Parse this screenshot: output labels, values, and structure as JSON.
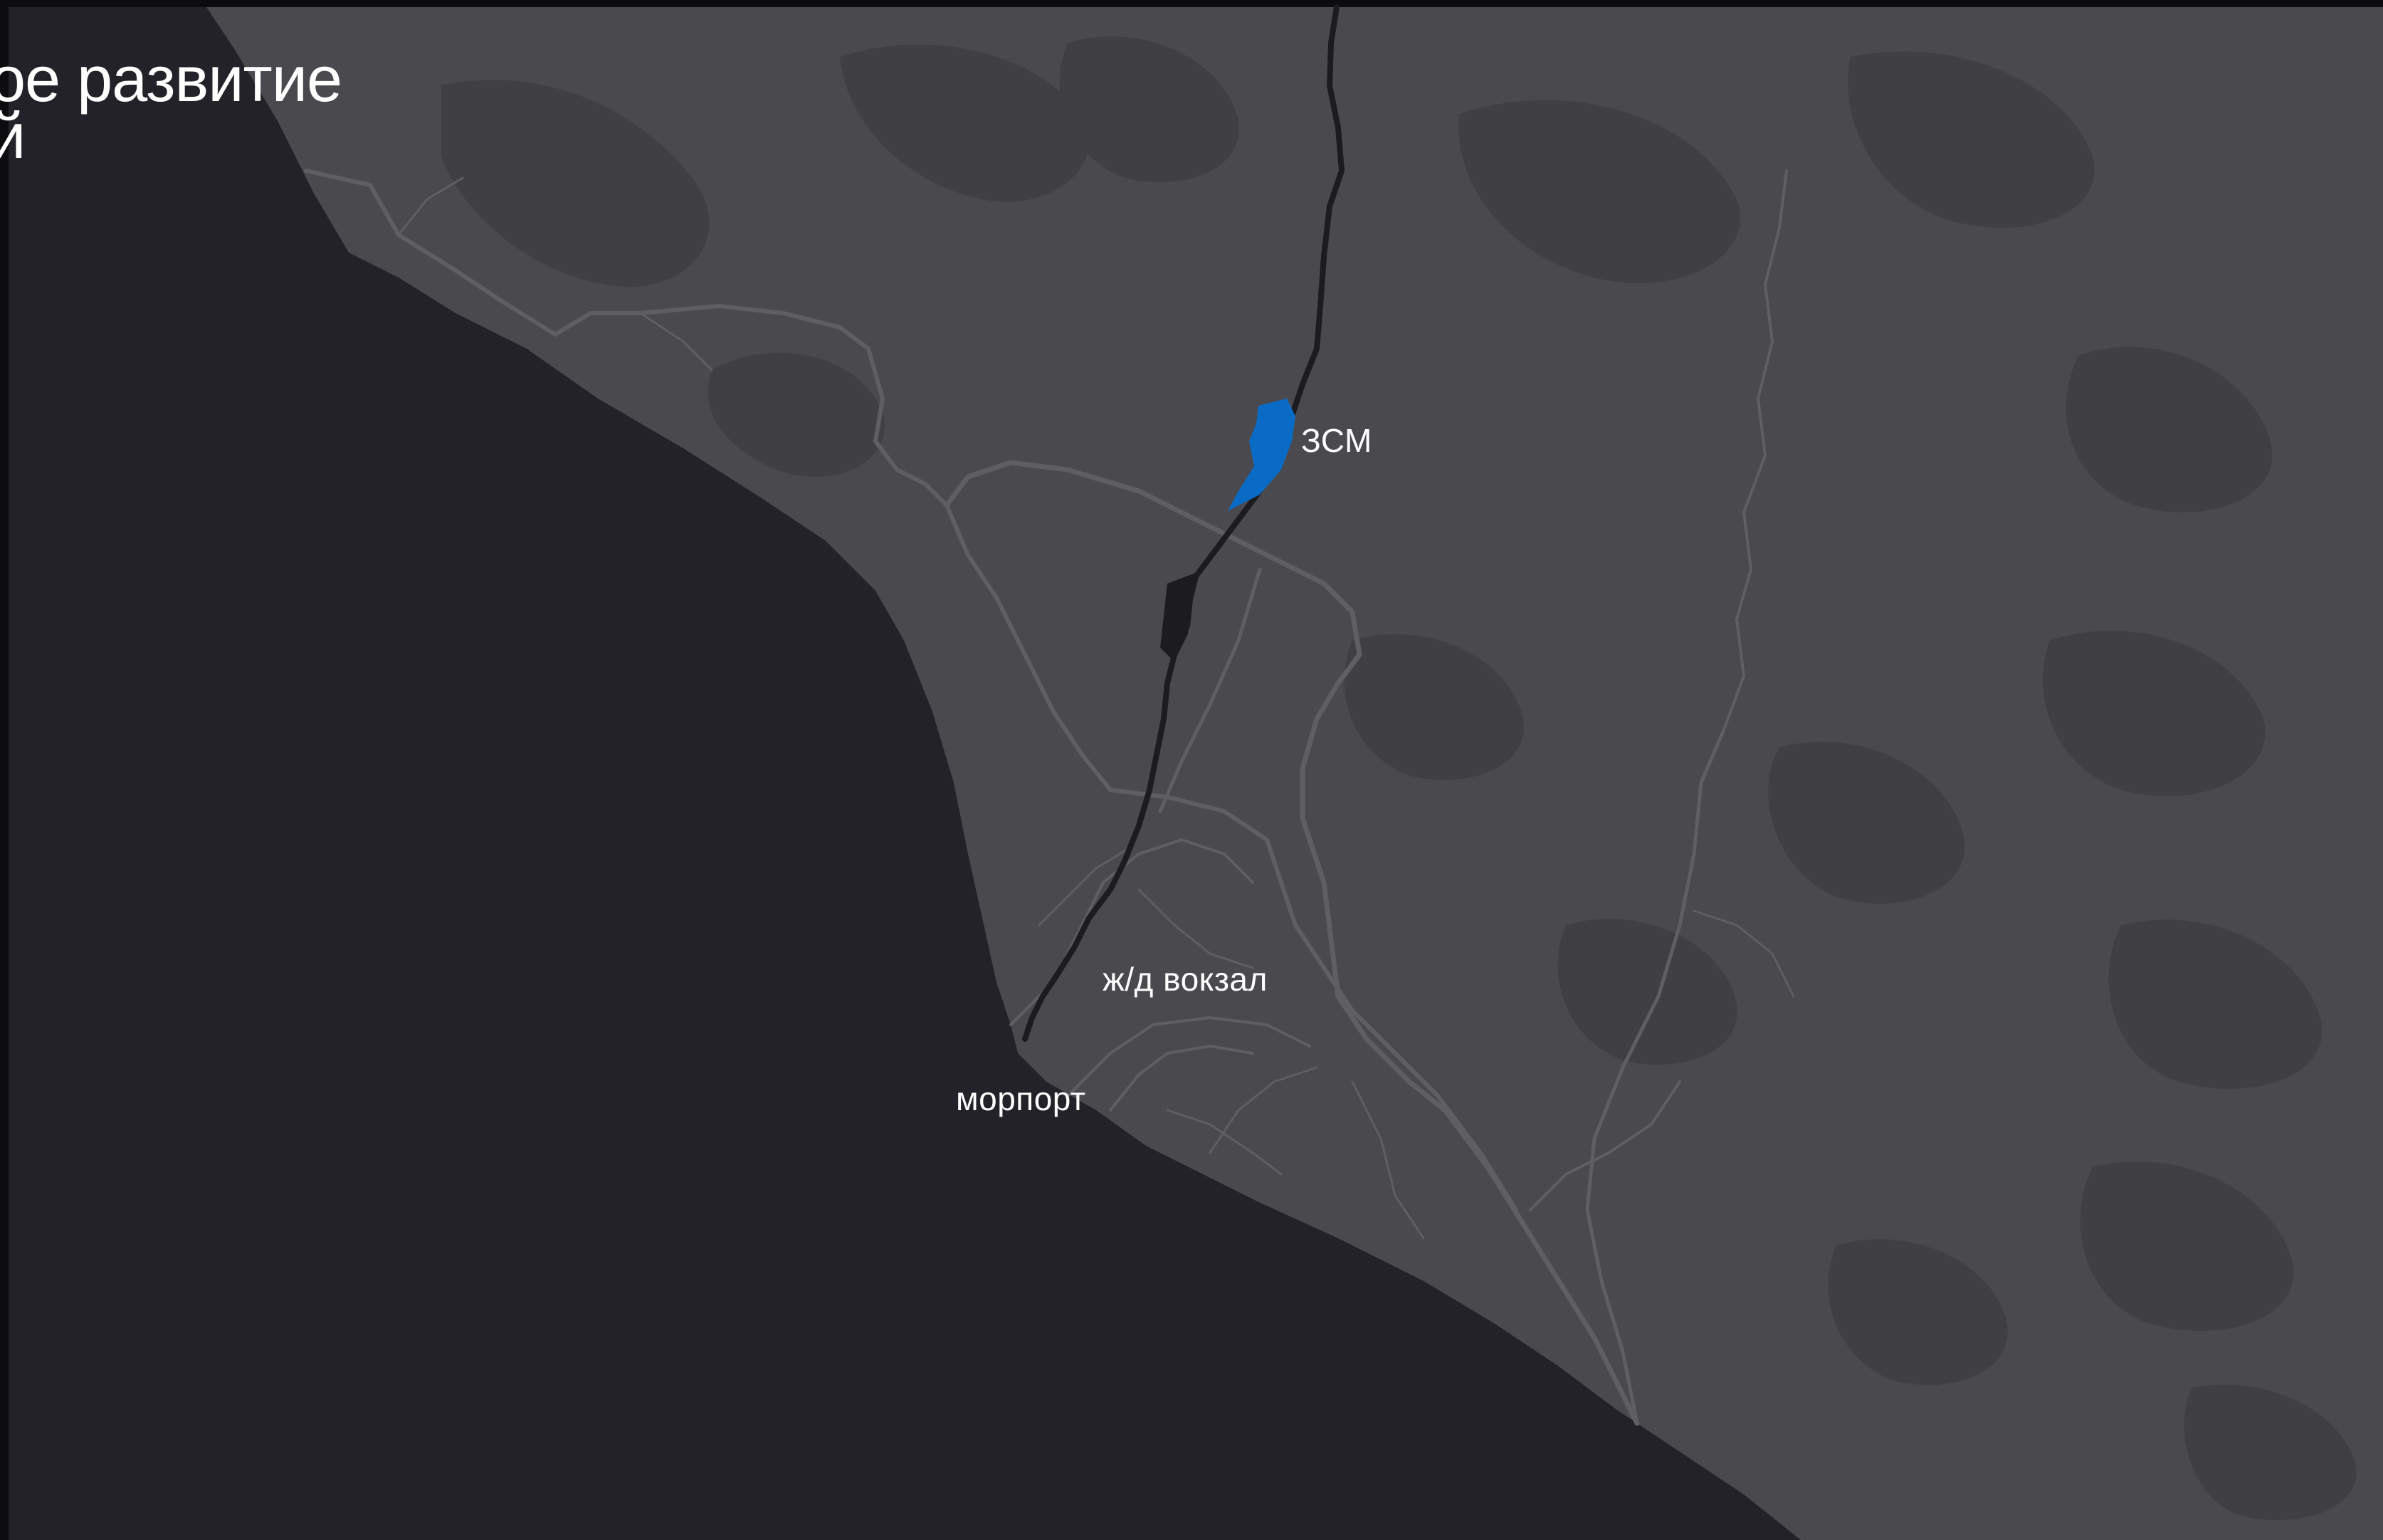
{
  "title": {
    "line1": "ое развитие",
    "line2": "й"
  },
  "map": {
    "labels": {
      "zsm": "ЗСМ",
      "station": "ж/д вокзал",
      "port": "морпорт"
    },
    "colors": {
      "frame": "#0c0c0e",
      "sea": "#232228",
      "land": "#4a494d",
      "relief": "#403f44",
      "road": "#5f5e62",
      "river": "#1c1b20",
      "highlight": "#0a6bc6"
    }
  }
}
